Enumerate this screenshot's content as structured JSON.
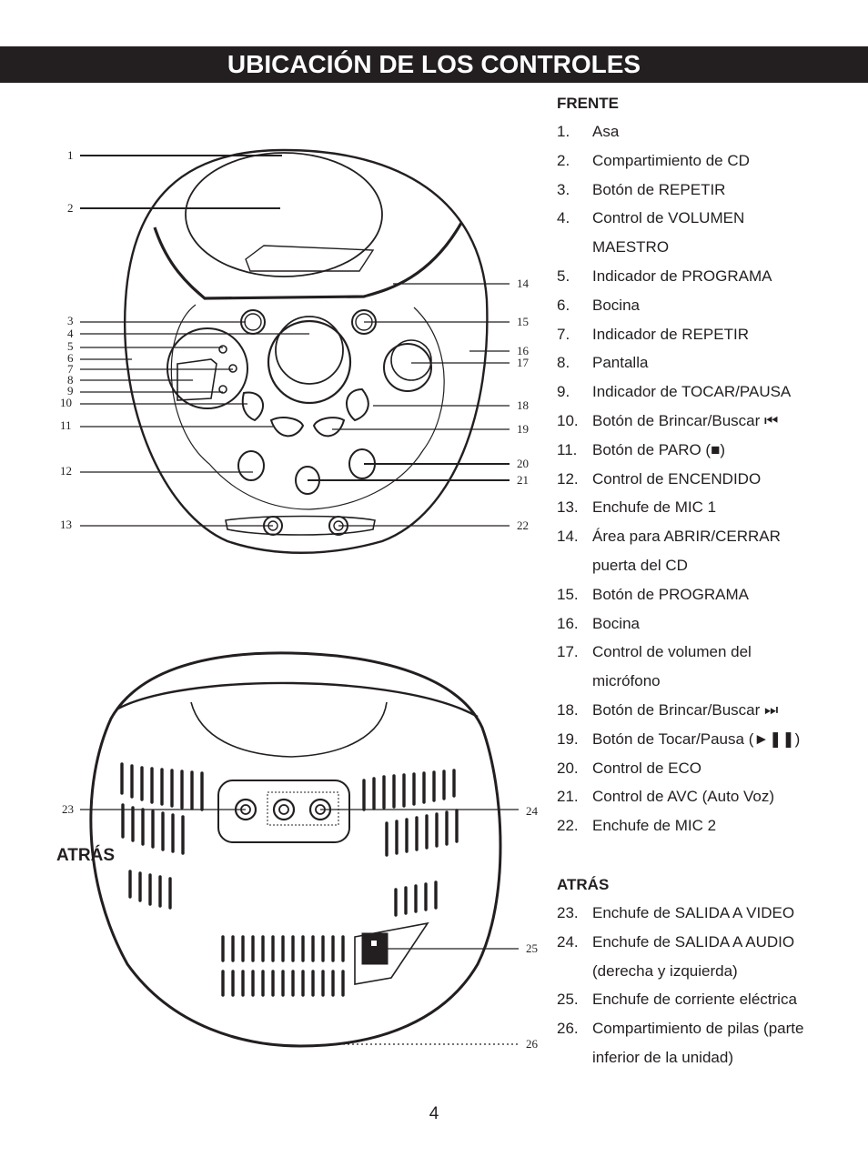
{
  "title": "UBICACIÓN DE LOS CONTROLES",
  "front": {
    "heading": "FRENTE",
    "items": [
      {
        "num": "1.",
        "text": "Asa"
      },
      {
        "num": "2.",
        "text": "Compartimiento de CD"
      },
      {
        "num": "3.",
        "text": "Botón de REPETIR"
      },
      {
        "num": "4.",
        "text": "Control de VOLUMEN",
        "cont": "MAESTRO"
      },
      {
        "num": "5.",
        "text": "Indicador de PROGRAMA"
      },
      {
        "num": "6.",
        "text": "Bocina"
      },
      {
        "num": "7.",
        "text": "Indicador de REPETIR"
      },
      {
        "num": "8.",
        "text": "Pantalla"
      },
      {
        "num": "9.",
        "text": "Indicador de TOCAR/PAUSA"
      },
      {
        "num": "10.",
        "text": "Botón de Brincar/Buscar ⏮"
      },
      {
        "num": "11.",
        "text": "Botón de PARO (■)"
      },
      {
        "num": "12.",
        "text": "Control de ENCENDIDO"
      },
      {
        "num": "13.",
        "text": "Enchufe de MIC 1"
      },
      {
        "num": "14.",
        "text": "Área para ABRIR/CERRAR",
        "cont": "puerta del CD"
      },
      {
        "num": "15.",
        "text": "Botón de PROGRAMA"
      },
      {
        "num": "16.",
        "text": "Bocina"
      },
      {
        "num": "17.",
        "text": "Control de volumen del",
        "cont": "micrófono"
      },
      {
        "num": "18.",
        "text": "Botón de Brincar/Buscar ⏭"
      },
      {
        "num": "19.",
        "text": "Botón de Tocar/Pausa (►❚❚)"
      },
      {
        "num": "20.",
        "text": "Control de ECO"
      },
      {
        "num": "21.",
        "text": "Control de AVC (Auto Voz)"
      },
      {
        "num": "22.",
        "text": "Enchufe de MIC 2"
      }
    ]
  },
  "back": {
    "heading": "ATRÁS",
    "label": "ATRÁS",
    "items": [
      {
        "num": "23.",
        "text": "Enchufe de SALIDA A VIDEO"
      },
      {
        "num": "24.",
        "text": "Enchufe de SALIDA A AUDIO",
        "cont": "(derecha y izquierda)"
      },
      {
        "num": "25.",
        "text": "Enchufe de corriente eléctrica"
      },
      {
        "num": "26.",
        "text": "Compartimiento de pilas (parte",
        "cont": "inferior de la unidad)"
      }
    ]
  },
  "callouts_front": [
    "1",
    "2",
    "3",
    "4",
    "5",
    "6",
    "7",
    "8",
    "9",
    "10",
    "11",
    "12",
    "13",
    "14",
    "15",
    "16",
    "17",
    "18",
    "19",
    "20",
    "21",
    "22"
  ],
  "callouts_back": [
    "23",
    "24",
    "25",
    "26"
  ],
  "page_number": "4"
}
